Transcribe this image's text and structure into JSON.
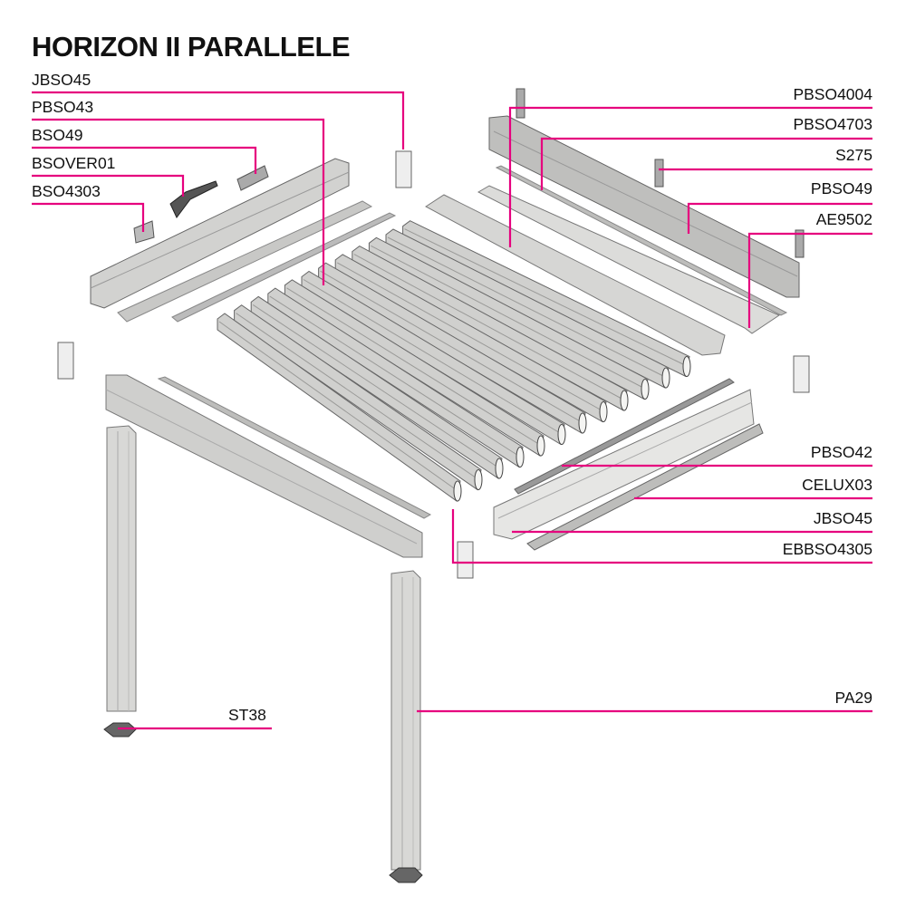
{
  "title": "HORIZON II PARALLELE",
  "accent_color": "#e6007e",
  "labels_left": [
    {
      "id": "jbso45-top",
      "text": "JBSO45"
    },
    {
      "id": "pbso43",
      "text": "PBSO43"
    },
    {
      "id": "bso49",
      "text": "BSO49"
    },
    {
      "id": "bsover01",
      "text": "BSOVER01"
    },
    {
      "id": "bso4303",
      "text": "BSO4303"
    }
  ],
  "labels_right": [
    {
      "id": "pbso4004",
      "text": "PBSO4004"
    },
    {
      "id": "pbso4703",
      "text": "PBSO4703"
    },
    {
      "id": "s275",
      "text": "S275"
    },
    {
      "id": "pbso49",
      "text": "PBSO49"
    },
    {
      "id": "ae9502",
      "text": "AE9502"
    },
    {
      "id": "pbso42",
      "text": "PBSO42"
    },
    {
      "id": "celux03",
      "text": "CELUX03"
    },
    {
      "id": "jbso45-bottom",
      "text": "JBSO45"
    },
    {
      "id": "ebbso4305",
      "text": "EBBSO4305"
    },
    {
      "id": "pa29",
      "text": "PA29"
    }
  ],
  "label_st38": "ST38"
}
